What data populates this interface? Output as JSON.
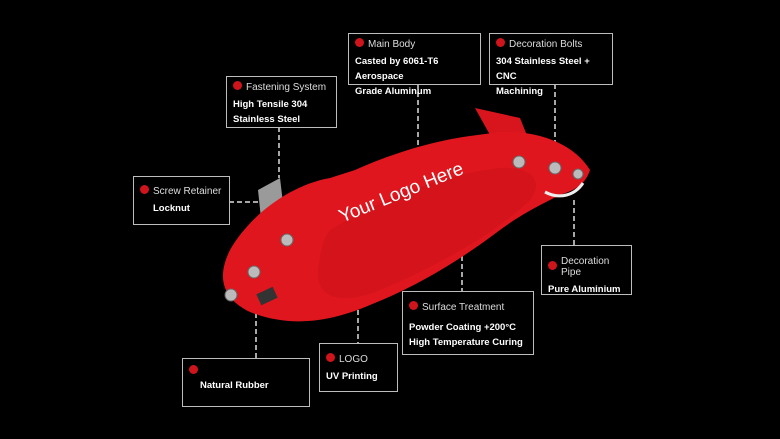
{
  "colors": {
    "background": "#000000",
    "caliper": "#e0161e",
    "dot": "#d0141c"
  },
  "caliper_logo_text": "Your Logo Here",
  "callouts": {
    "fastening": {
      "title": "Fastening System",
      "desc1": "High Tensile 304",
      "desc2": "Stainless Steel"
    },
    "main_body": {
      "title": "Main Body",
      "desc1": "Casted by 6061-T6 Aerospace",
      "desc2": "Grade Aluminum"
    },
    "bolts": {
      "title": "Decoration Bolts",
      "desc1": "304 Stainless Steel + CNC",
      "desc2": "Machining"
    },
    "screw": {
      "title": "Screw Retainer",
      "desc1": "Locknut"
    },
    "pipe": {
      "title": "Decoration Pipe",
      "desc1": "Pure Aluminium"
    },
    "surface": {
      "title": "Surface Treatment",
      "desc1": "Powder Coating +200°C",
      "desc2": "High Temperature Curing"
    },
    "logo": {
      "title": "LOGO",
      "desc1": "UV Printing"
    },
    "rubber": {
      "title": "",
      "desc1": "Natural Rubber"
    }
  }
}
